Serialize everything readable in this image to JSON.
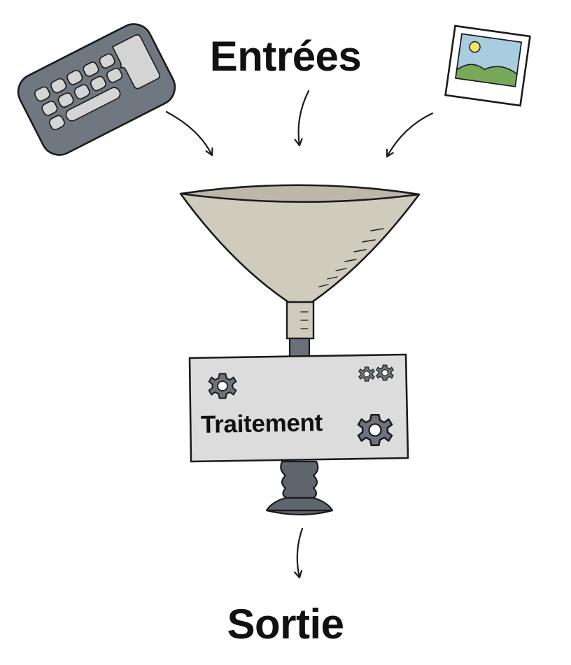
{
  "diagram": {
    "inputs_label": "Entrées",
    "process_label": "Traitement",
    "output_label": "Sortie"
  },
  "icons": {
    "input_left": "keyboard-icon",
    "input_right": "photo-icon",
    "process": "funnel-icon",
    "gears": "gear-icon"
  },
  "colors": {
    "funnel": "#cfcbbd",
    "funnel_inner": "#bcb7a8",
    "keyboard": "#6f7780",
    "keys": "#d4d4d4",
    "box": "#dcdcdc",
    "gear": "#6d737b",
    "nozzle": "#5f656d",
    "outline": "#1b1b1b"
  }
}
